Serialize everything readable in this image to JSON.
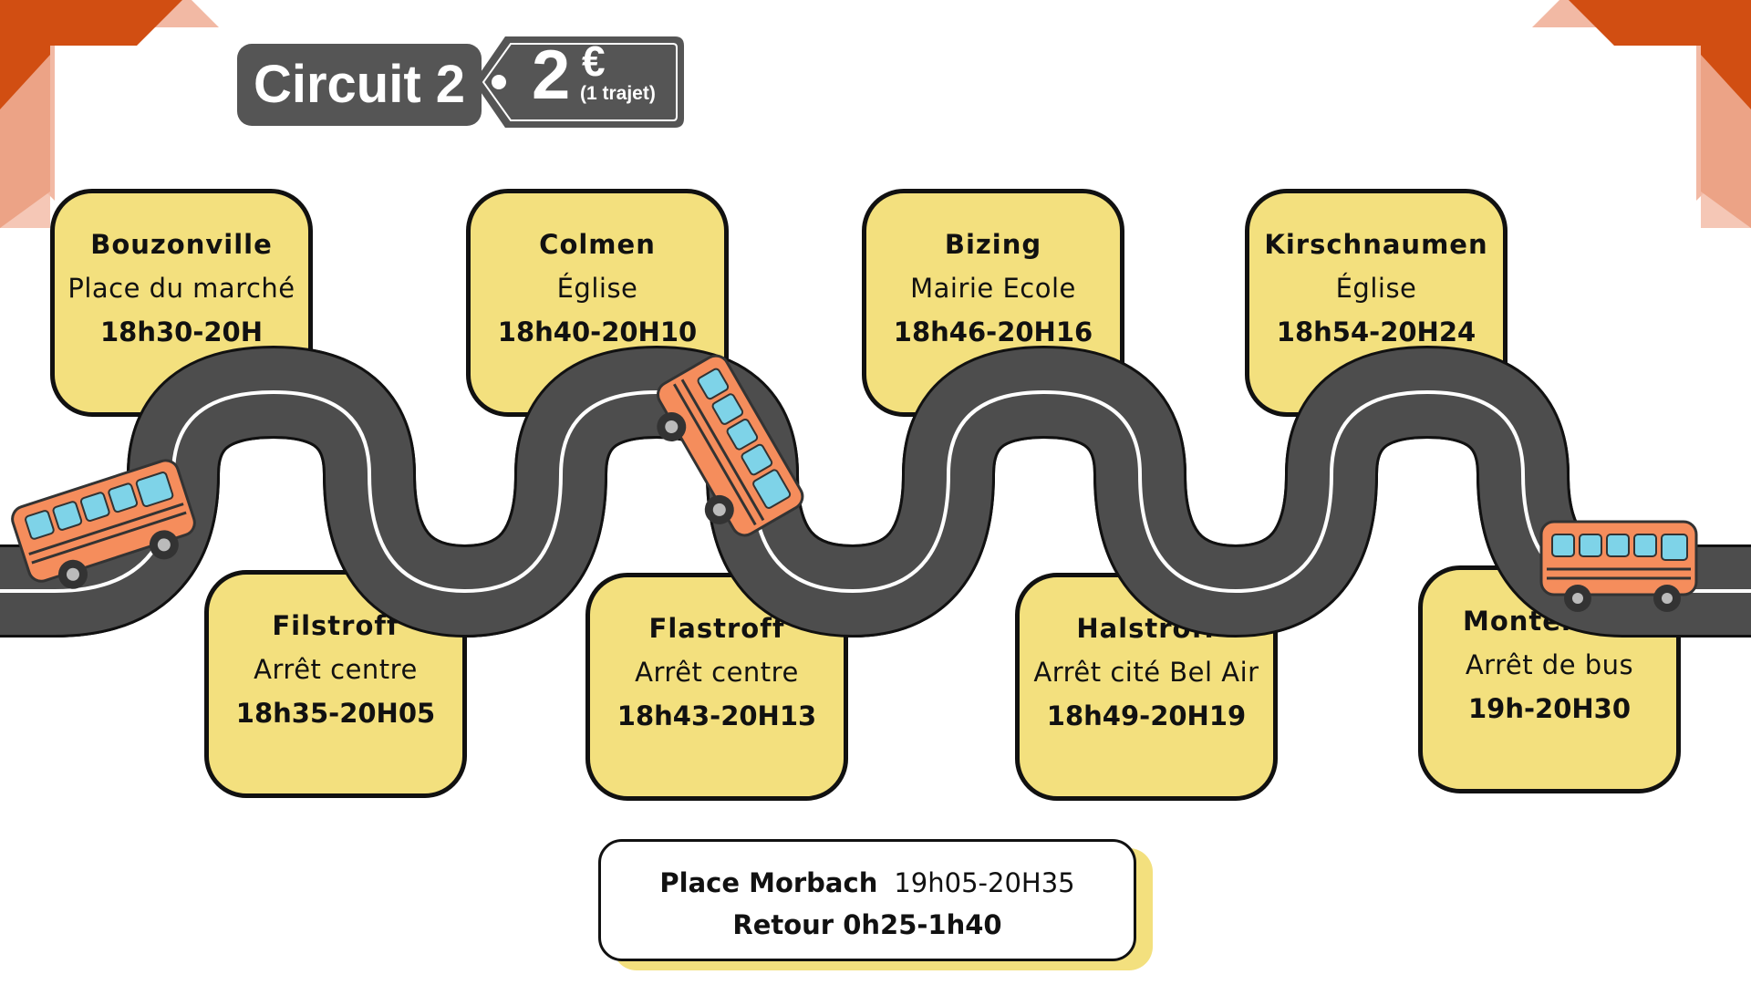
{
  "header": {
    "circuit_label": "Circuit 2",
    "price_amount": "2",
    "price_currency": "€",
    "price_note": "(1 trajet)"
  },
  "stops": [
    {
      "town": "Bouzonville",
      "place": "Place du marché",
      "time": "18h30-20H"
    },
    {
      "town": "Filstroff",
      "place": "Arrêt centre",
      "time": "18h35-20H05"
    },
    {
      "town": "Colmen",
      "place": "Église",
      "time": "18h40-20H10"
    },
    {
      "town": "Flastroff",
      "place": "Arrêt centre",
      "time": "18h43-20H13"
    },
    {
      "town": "Bizing",
      "place": "Mairie Ecole",
      "time": "18h46-20H16"
    },
    {
      "town": "Halstroff",
      "place": "Arrêt cité Bel Air",
      "time": "18h49-20H19"
    },
    {
      "town": "Kirschnaumen",
      "place": "Église",
      "time": "18h54-20H24"
    },
    {
      "town": "Montenach",
      "place": "Arrêt de bus",
      "time": "19h-20H30"
    }
  ],
  "final": {
    "place": "Place Morbach",
    "time": "19h05-20H35",
    "return": "Retour 0h25-1h40"
  },
  "colors": {
    "stop_box": "#f3e07e",
    "road": "#4d4d4d",
    "road_line": "#ffffff",
    "corner_orange": "#d14e12",
    "corner_peach": "#f2b9a4",
    "bus": "#f58d5c"
  },
  "icons": [
    "bus-icon",
    "price-tag-icon",
    "corner-arrow-icon"
  ]
}
